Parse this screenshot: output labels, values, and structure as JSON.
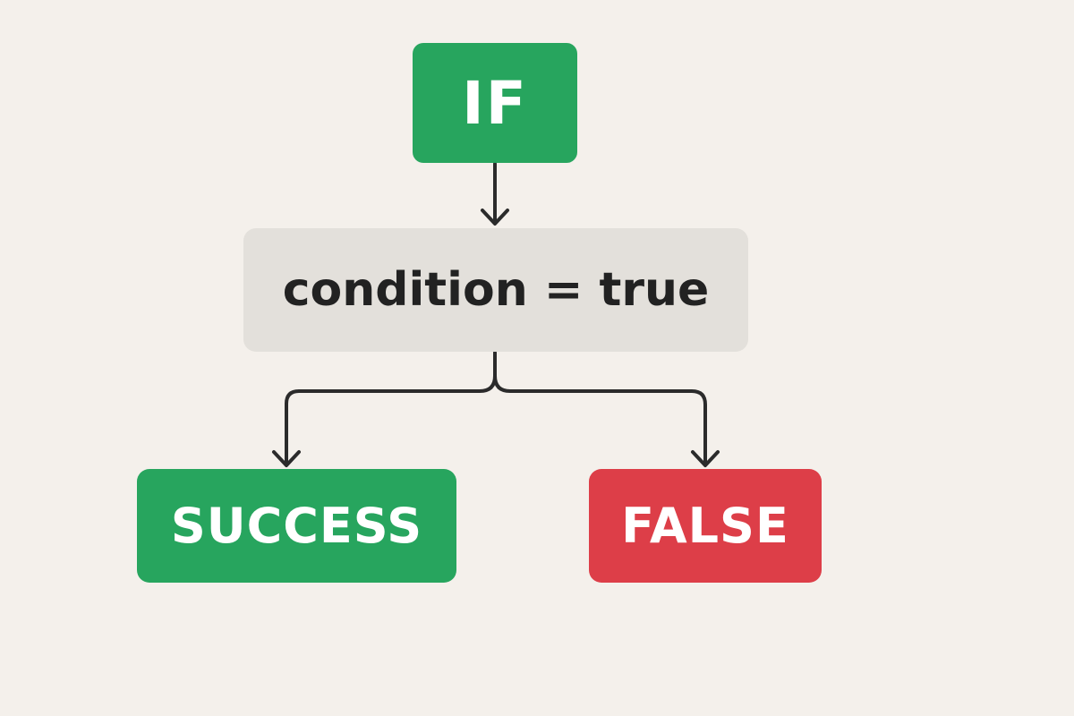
{
  "diagram": {
    "nodes": {
      "if": {
        "label": "IF",
        "fill": "#27a55e",
        "text_color": "#ffffff"
      },
      "condition": {
        "label": "condition = true",
        "fill": "#e3e0db",
        "text_color": "#222222"
      },
      "success": {
        "label": "SUCCESS",
        "fill": "#27a55e",
        "text_color": "#ffffff"
      },
      "false": {
        "label": "FALSE",
        "fill": "#dd3e48",
        "text_color": "#ffffff"
      }
    },
    "edges": [
      {
        "from": "IF",
        "to": "condition = true"
      },
      {
        "from": "condition = true",
        "to": "SUCCESS"
      },
      {
        "from": "condition = true",
        "to": "FALSE"
      }
    ],
    "connector_color": "#2b2b2b",
    "background": "#f4f0eb"
  }
}
